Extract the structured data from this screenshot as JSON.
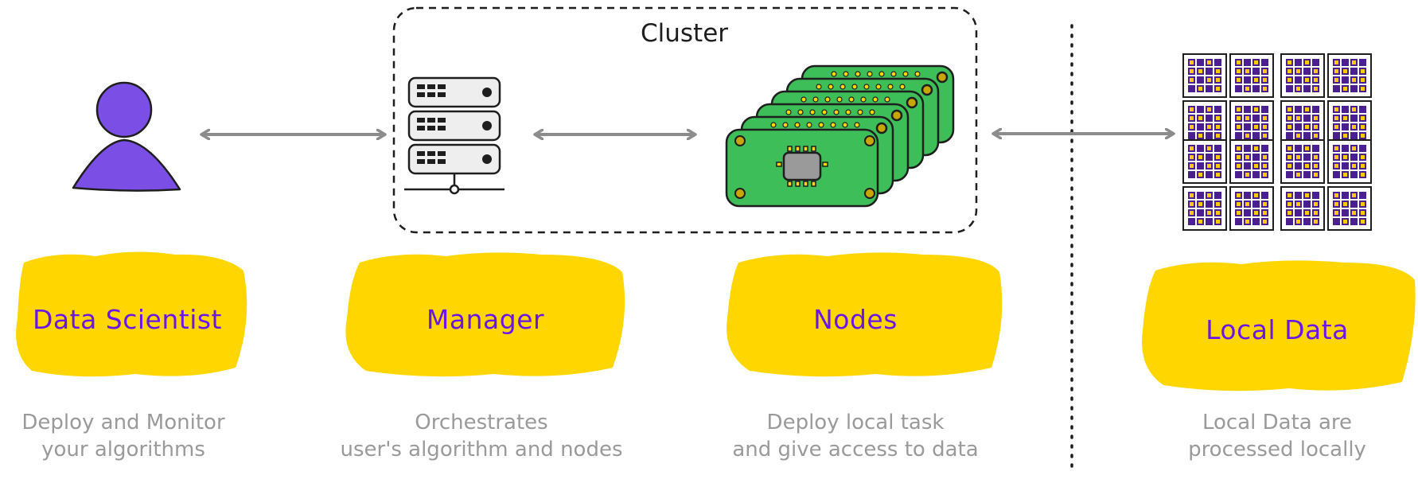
{
  "cluster": {
    "title": "Cluster"
  },
  "actors": [
    {
      "title": "Data Scientist",
      "desc_line1": "Deploy and Monitor",
      "desc_line2": "your algorithms",
      "icon": "person-icon"
    },
    {
      "title": "Manager",
      "desc_line1": "Orchestrates",
      "desc_line2": "user's algorithm and nodes",
      "icon": "server-rack-icon"
    },
    {
      "title": "Nodes",
      "desc_line1": "Deploy local task",
      "desc_line2": "and give access to data",
      "icon": "circuit-board-stack-icon"
    },
    {
      "title": "Local Data",
      "desc_line1": "Local Data are",
      "desc_line2": "processed locally",
      "icon": "data-grid-icon"
    }
  ],
  "colors": {
    "person": "#7b4fe6",
    "label_blob": "#ffd600",
    "title_text": "#6a17e6",
    "desc_text": "#9a9a9a",
    "board": "#3dbe58",
    "arrow": "#8c8c8c",
    "data_square": "#4a1f8f",
    "data_dot": "#ffcb05"
  }
}
